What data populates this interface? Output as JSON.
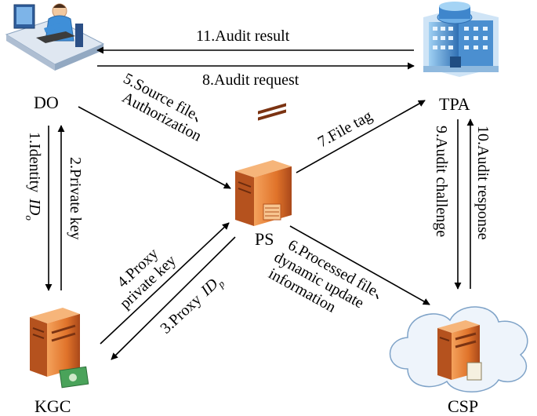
{
  "colors": {
    "server_body": "#e0732a",
    "server_dark": "#a9481a",
    "server_light": "#f4a25c",
    "cloud_fill": "#eef4fb",
    "cloud_stroke": "#7fa3c8",
    "building_blue": "#3a7fc4",
    "money_green": "#4aa35a"
  },
  "nodes": {
    "do": {
      "label": "DO",
      "icon": "user-at-computer-icon"
    },
    "tpa": {
      "label": "TPA",
      "icon": "office-building-icon"
    },
    "ps": {
      "label": "PS",
      "icon": "server-icon"
    },
    "kgc": {
      "label": "KGC",
      "icon": "server-with-money-icon"
    },
    "csp": {
      "label": "CSP",
      "icon": "cloud-server-icon"
    }
  },
  "edges": {
    "e11": {
      "text": "11.Audit result"
    },
    "e8": {
      "text": "8.Audit request"
    },
    "e5": {
      "line1": "5.Source file、",
      "line2": "Authorization"
    },
    "e7": {
      "text": "7.File tag"
    },
    "e1": {
      "text": "1.Identity",
      "math_base": "ID",
      "math_sub": "o"
    },
    "e2": {
      "text": "2.Private key"
    },
    "e9": {
      "text": "9.Audit challenge"
    },
    "e10": {
      "text": "10.Audit response"
    },
    "e4": {
      "line1": "4.Proxy",
      "line2": "private key"
    },
    "e3": {
      "text": "3.Proxy",
      "math_base": "ID",
      "math_sub": "p"
    },
    "e6": {
      "line1": "6.Processed file、",
      "line2": "dynamic update",
      "line3": "information"
    }
  }
}
